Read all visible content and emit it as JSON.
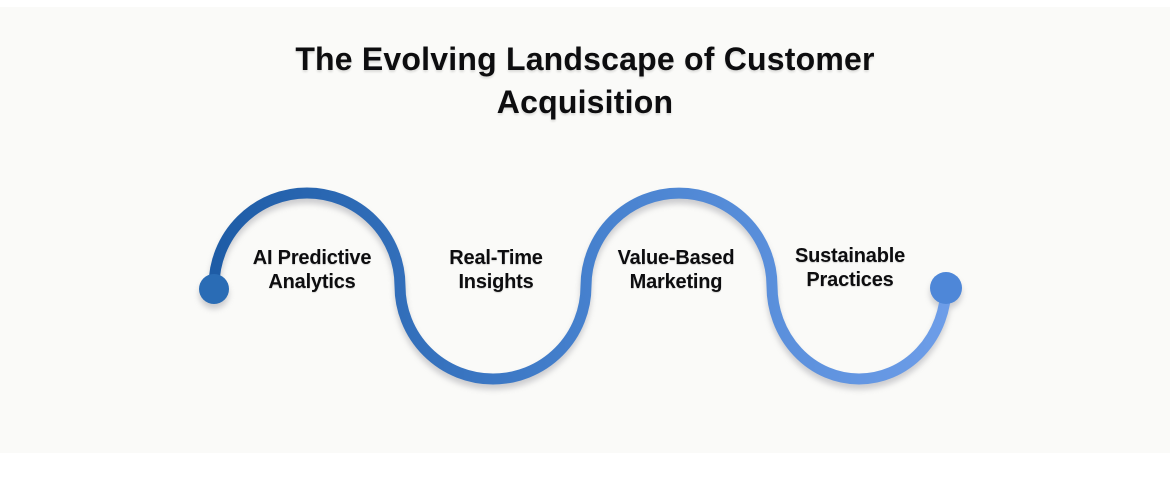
{
  "title": {
    "line1": "The Evolving Landscape of Customer",
    "line2": "Acquisition"
  },
  "stages": [
    {
      "line1": "AI Predictive",
      "line2": "Analytics"
    },
    {
      "line1": "Real-Time",
      "line2": "Insights"
    },
    {
      "line1": "Value-Based",
      "line2": "Marketing"
    },
    {
      "line1": "Sustainable",
      "line2": "Practices"
    }
  ],
  "colors": {
    "background": "#fafaf8",
    "text": "#0d0d0f",
    "curve_left": "#1e5ca6",
    "curve_mid": "#4580cd",
    "curve_right": "#6d9de8",
    "dot_start": "#2a6cb5",
    "dot_end": "#4e87d8"
  }
}
